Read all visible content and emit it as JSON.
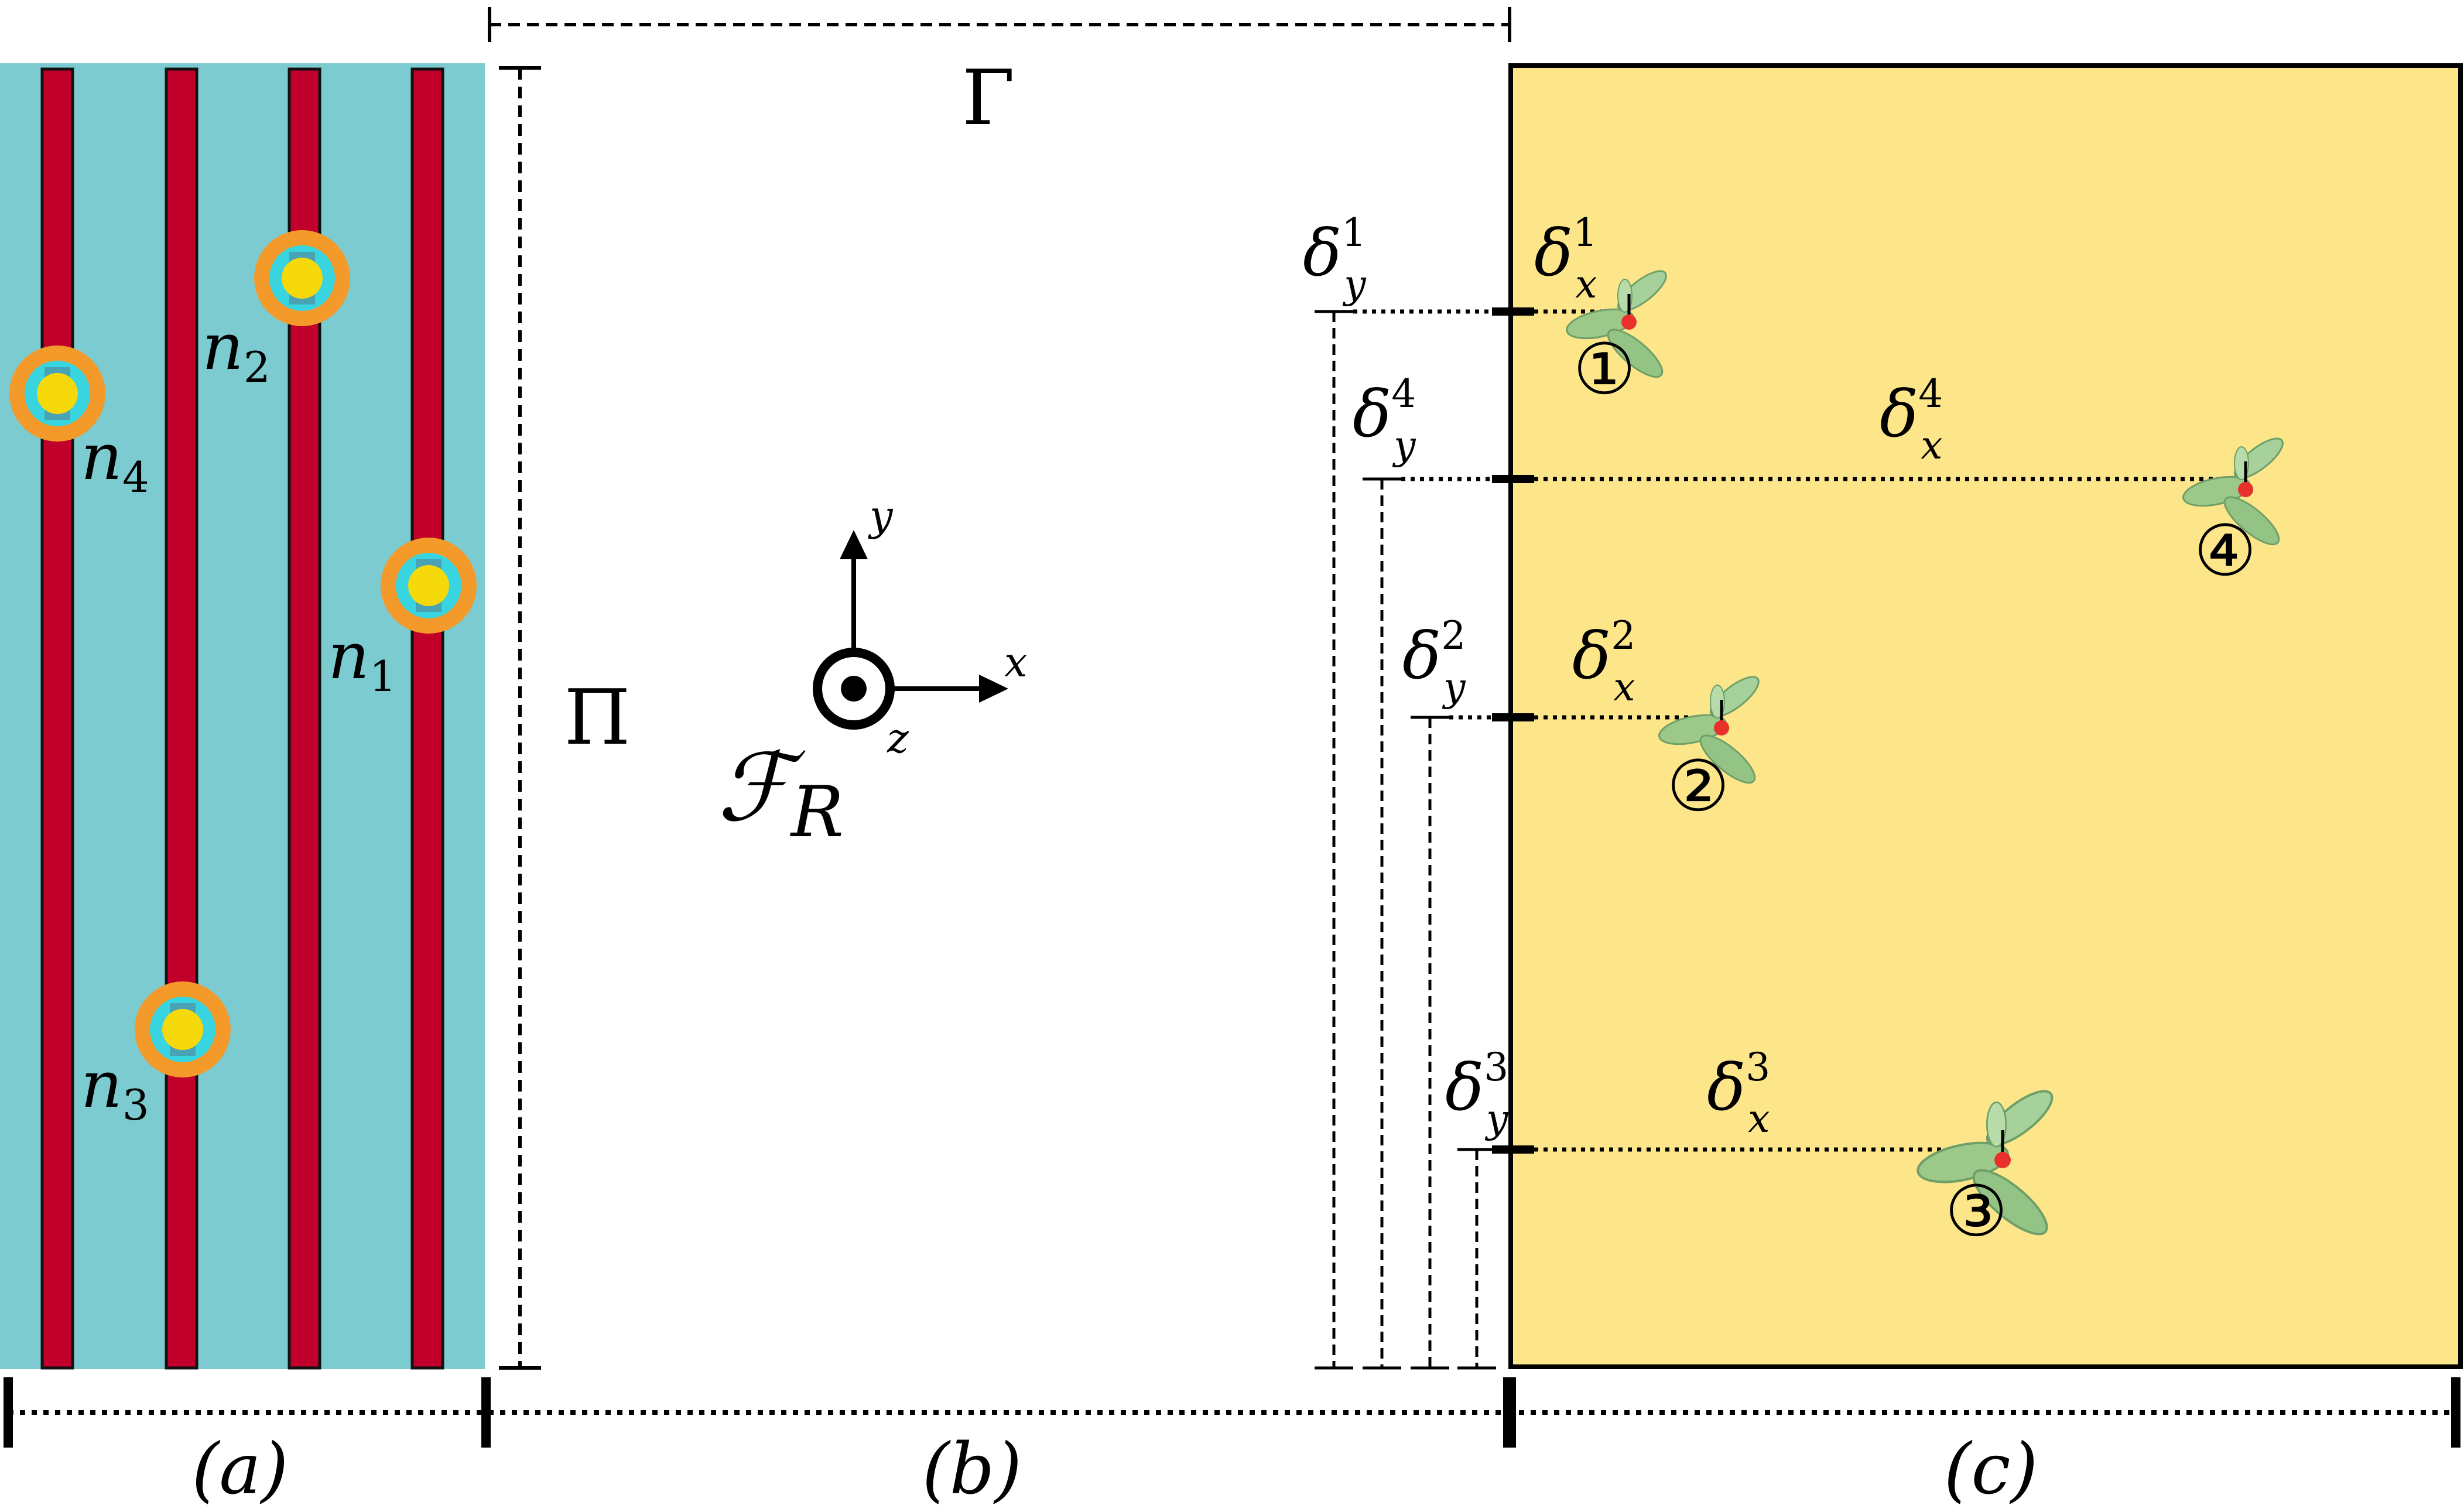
{
  "panels": {
    "a": {
      "label": "(a)"
    },
    "b": {
      "label": "(b)"
    },
    "c": {
      "label": "(c)"
    }
  },
  "dimensions": {
    "width_symbol": "Γ",
    "height_symbol": "Π"
  },
  "frame": {
    "name_main": "ℱ",
    "name_sub": "R",
    "axis_x": "x",
    "axis_y": "y",
    "axis_z": "z"
  },
  "robots": [
    {
      "base": "n",
      "sub": "1"
    },
    {
      "base": "n",
      "sub": "2"
    },
    {
      "base": "n",
      "sub": "3"
    },
    {
      "base": "n",
      "sub": "4"
    }
  ],
  "offsets": [
    {
      "id": "①",
      "dx_base": "δ",
      "dx_sub": "x",
      "dx_sup": "1",
      "dy_base": "δ",
      "dy_sub": "y",
      "dy_sup": "1"
    },
    {
      "id": "②",
      "dx_base": "δ",
      "dx_sub": "x",
      "dx_sup": "2",
      "dy_base": "δ",
      "dy_sub": "y",
      "dy_sup": "2"
    },
    {
      "id": "③",
      "dx_base": "δ",
      "dx_sub": "x",
      "dx_sup": "3",
      "dy_base": "δ",
      "dy_sub": "y",
      "dy_sup": "3"
    },
    {
      "id": "④",
      "dx_base": "δ",
      "dx_sub": "x",
      "dx_sup": "4",
      "dy_base": "δ",
      "dy_sub": "y",
      "dy_sup": "4"
    }
  ],
  "colors": {
    "field_background": "#7ccbd1",
    "row_stripe": "#c0002a",
    "robot_ring": "#f39a2b",
    "robot_core": "#f5d90a",
    "robot_inner": "#38d5e0",
    "map_background": "#fde68a",
    "plant_leaf": "#9cc98a",
    "plant_point": "#e8312a"
  }
}
